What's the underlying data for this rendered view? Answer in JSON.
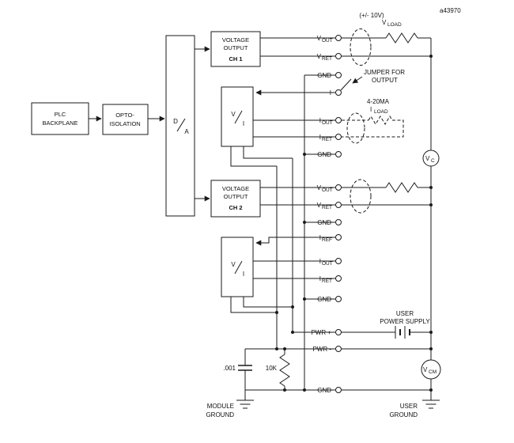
{
  "figure_id": "a43970",
  "blocks": {
    "plc": {
      "line1": "PLC",
      "line2": "BACKPLANE"
    },
    "opto": {
      "line1": "OPTO-",
      "line2": "ISOLATION"
    },
    "da": {
      "top": "D",
      "bottom": "A"
    },
    "ch1": {
      "line1": "VOLTAGE",
      "line2": "OUTPUT",
      "line3": "CH 1"
    },
    "ch2": {
      "line1": "VOLTAGE",
      "line2": "OUTPUT",
      "line3": "CH 2"
    },
    "vi1": {
      "top": "V",
      "bottom": "I"
    },
    "vi2": {
      "top": "V",
      "bottom": "I"
    }
  },
  "terminals": [
    {
      "main": "V",
      "sub": "OUT"
    },
    {
      "main": "V",
      "sub": "RET"
    },
    {
      "main": "GND"
    },
    {
      "main": "I"
    },
    {
      "main": "I",
      "sub": "OUT"
    },
    {
      "main": "I",
      "sub": "RET"
    },
    {
      "main": "GND"
    },
    {
      "main": "V",
      "sub": "OUT"
    },
    {
      "main": "V",
      "sub": "RET"
    },
    {
      "main": "GND"
    },
    {
      "main": "I",
      "sub": "REF"
    },
    {
      "main": "I",
      "sub": "OUT"
    },
    {
      "main": "I",
      "sub": "RET"
    },
    {
      "main": "GND"
    },
    {
      "main": "PWR +"
    },
    {
      "main": "PWR -"
    },
    {
      "main": "GND"
    }
  ],
  "annotations": {
    "voltage_range": "(+/- 10V)",
    "vload": {
      "main": "V",
      "sub": "LOAD"
    },
    "jumper_line1": "JUMPER FOR",
    "jumper_line2": "OUTPUT",
    "iload_range": "4-20MA",
    "iload": {
      "main": "I",
      "sub": "LOAD"
    },
    "vc": {
      "main": "V",
      "sub": "C"
    },
    "vcm": {
      "main": "V",
      "sub": "CM"
    },
    "ups_line1": "USER",
    "ups_line2": "POWER SUPPLY",
    "cap_value": ".001",
    "res_value": "10K",
    "module_ground_line1": "MODULE",
    "module_ground_line2": "GROUND",
    "user_ground_line1": "USER",
    "user_ground_line2": "GROUND"
  }
}
